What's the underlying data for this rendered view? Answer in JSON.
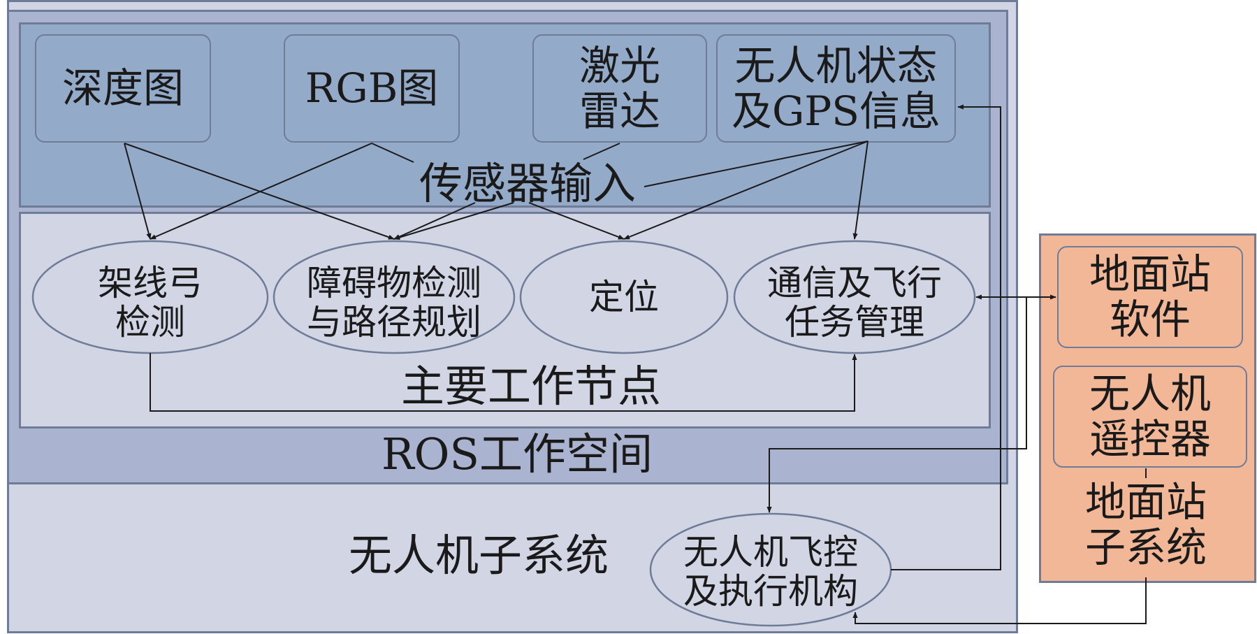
{
  "uav_subsystem": {
    "label": "无人机子系统"
  },
  "ros_workspace": {
    "label": "ROS工作空间"
  },
  "sensor_input": {
    "label": "传感器输入",
    "items": [
      {
        "text": "深度图"
      },
      {
        "text": "RGB图"
      },
      {
        "text": "激光\n雷达"
      },
      {
        "text": "无人机状态\n及GPS信息"
      }
    ]
  },
  "main_nodes": {
    "label": "主要工作节点",
    "items": [
      {
        "text": "架线弓\n检测"
      },
      {
        "text": "障碍物检测\n与路径规划"
      },
      {
        "text": "定位"
      },
      {
        "text": "通信及飞行\n任务管理"
      }
    ]
  },
  "flight_control": {
    "text": "无人机飞控\n及执行机构"
  },
  "ground_station": {
    "label": "地面站\n子系统",
    "software": "地面站\n软件",
    "remote": "无人机\n遥控器"
  },
  "colors": {
    "outer_fill": "#d2d5e4",
    "ros_fill": "#aab4d0",
    "sensor_fill": "#94aac9",
    "ground_fill": "#f1b797",
    "border": "#6f7c98"
  }
}
